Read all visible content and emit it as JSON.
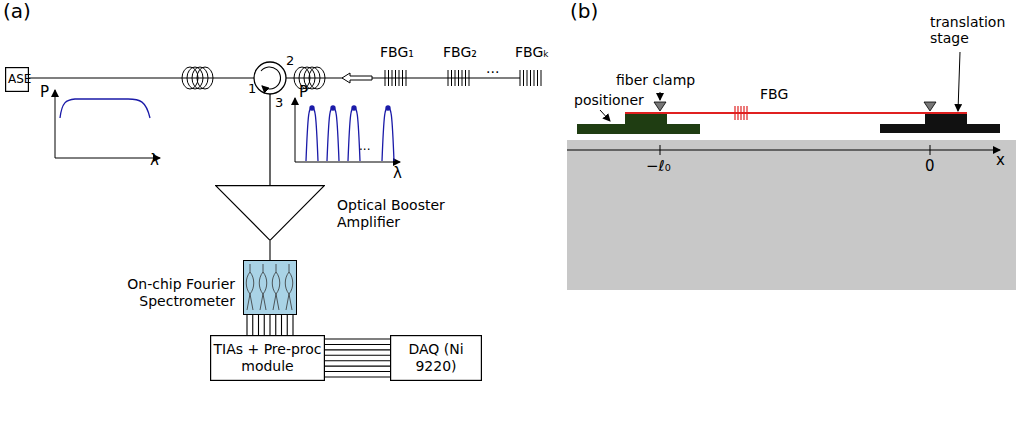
{
  "diagram": {
    "nodes": [
      {
        "text": [
          "ASE"
        ]
      },
      {
        "text": [
          "Optical Booster Amplifier"
        ]
      },
      {
        "text": [
          "On-chip Fourier Spectrometer"
        ]
      },
      {
        "text": [
          "TIAs + Pre-proc module"
        ]
      },
      {
        "text": [
          "DAQ (Ni 9220)"
        ]
      }
    ],
    "edges": [
      {
        "from": 1,
        "to": 2,
        "arrow": "none"
      },
      {
        "from": 2,
        "to": 3,
        "arrow": "none"
      },
      {
        "from": 3,
        "to": 4,
        "arrow": "none"
      }
    ],
    "labels": [
      "(a)",
      "P",
      "λ",
      "1",
      "2",
      "3",
      "FBG₁",
      "FBG₂",
      "···",
      "FBGₖ",
      "P",
      "λ",
      "···",
      "(b)",
      "positioner",
      "fiber clamp",
      "FBG",
      "translation stage",
      "−ℓ₀",
      "0",
      "x"
    ]
  }
}
